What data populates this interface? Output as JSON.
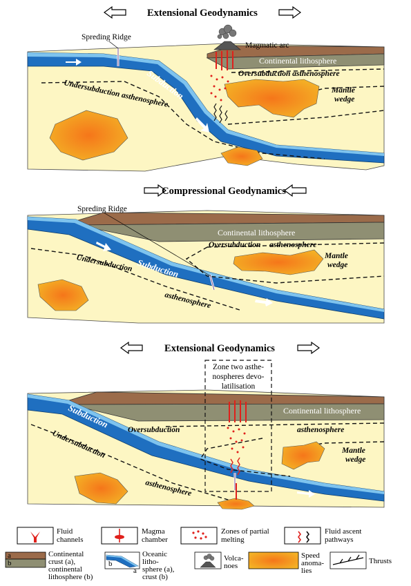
{
  "panels": [
    {
      "title": "Extensional Geodynamics",
      "spreading_ridge": "Spreding Ridge",
      "magmatic_arc": "Magmatic arc",
      "continental_lithosphere": "Continental lithosphere",
      "oversubduction": "Oversubduction asthenosphere",
      "mantle_wedge_1": "Mantle",
      "mantle_wedge_2": "wedge",
      "subduction": "Subduction",
      "undersubduction": "Undersubduction asthenosphere"
    },
    {
      "title": "Compressional Geodynamics",
      "spreading_ridge": "Spreding Ridge",
      "continental_lithosphere": "Continental lithosphere",
      "oversubduction": "Oversubduction",
      "asthenosphere_top": "asthenosphere",
      "mantle_wedge_1": "Mantle",
      "mantle_wedge_2": "wedge",
      "subduction": "Subduction",
      "undersubduction": "Undersubduction",
      "asthenosphere_bottom": "asthenosphere"
    },
    {
      "title": "Extensional Geodynamics",
      "zone_1": "Zone two asthe-",
      "zone_2": "nospheres devo-",
      "zone_3": "latilisation",
      "continental_lithosphere": "Continental lithosphere",
      "oversubduction": "Oversubduction",
      "asthenosphere_top": "asthenosphere",
      "mantle_wedge_1": "Mantle",
      "mantle_wedge_2": "wedge",
      "subduction": "Subduction",
      "undersubduction": "Undersubduction",
      "asthenosphere_bottom": "asthenosphere"
    }
  ],
  "legend": {
    "fluid_channels": [
      "Fluid",
      "channels"
    ],
    "magma_chamber": [
      "Magma",
      "chamber"
    ],
    "partial_melting": [
      "Zones of partial",
      "melting"
    ],
    "fluid_ascent": [
      "Fluid ascent",
      "pathways"
    ],
    "continental": [
      "Continental",
      "crust (a),",
      "continental",
      "lithosphere (b)"
    ],
    "oceanic": [
      "Oceanic",
      "litho-",
      "sphere (a),",
      "crust (b)"
    ],
    "volcanoes": [
      "Volca-",
      "noes"
    ],
    "speed": [
      "Speed",
      "anoma-",
      "lies"
    ],
    "thrusts": "Thrusts",
    "swatch_a": "a",
    "swatch_b": "b"
  },
  "colors": {
    "asthenosphere": "#fdf6c3",
    "continental_crust": "#9b6b4a",
    "continental_lithosphere": "#8f8f73",
    "oceanic_lithosphere": "#1f6fc0",
    "oceanic_crust": "#7ec3ee",
    "anomaly": "#f2a516",
    "magma": "#e0201b"
  }
}
